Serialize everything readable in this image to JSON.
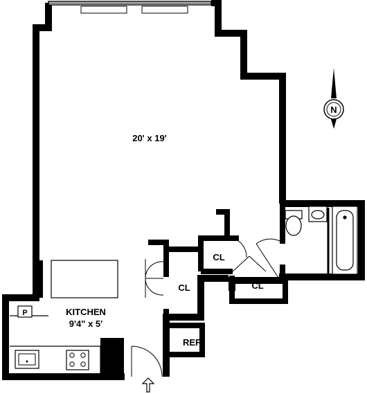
{
  "rooms": {
    "main_dims": "20' x 19'",
    "kitchen_name": "KITCHEN",
    "kitchen_dims": "9'4\" x 5'",
    "closet_1": "CL",
    "closet_2": "CL",
    "closet_3": "CL",
    "ref": "REF",
    "pantry": "P"
  },
  "compass": {
    "north_label": "N"
  },
  "icons": {
    "compass": "compass-rose-icon",
    "entry": "entry-arrow-icon",
    "sink": "sink-icon",
    "stove": "stove-icon",
    "toilet": "toilet-icon",
    "bathtub": "bathtub-icon",
    "lavatory": "bathroom-sink-icon"
  },
  "colors": {
    "wall": "#000000",
    "background": "#ffffff",
    "line": "#555555"
  }
}
